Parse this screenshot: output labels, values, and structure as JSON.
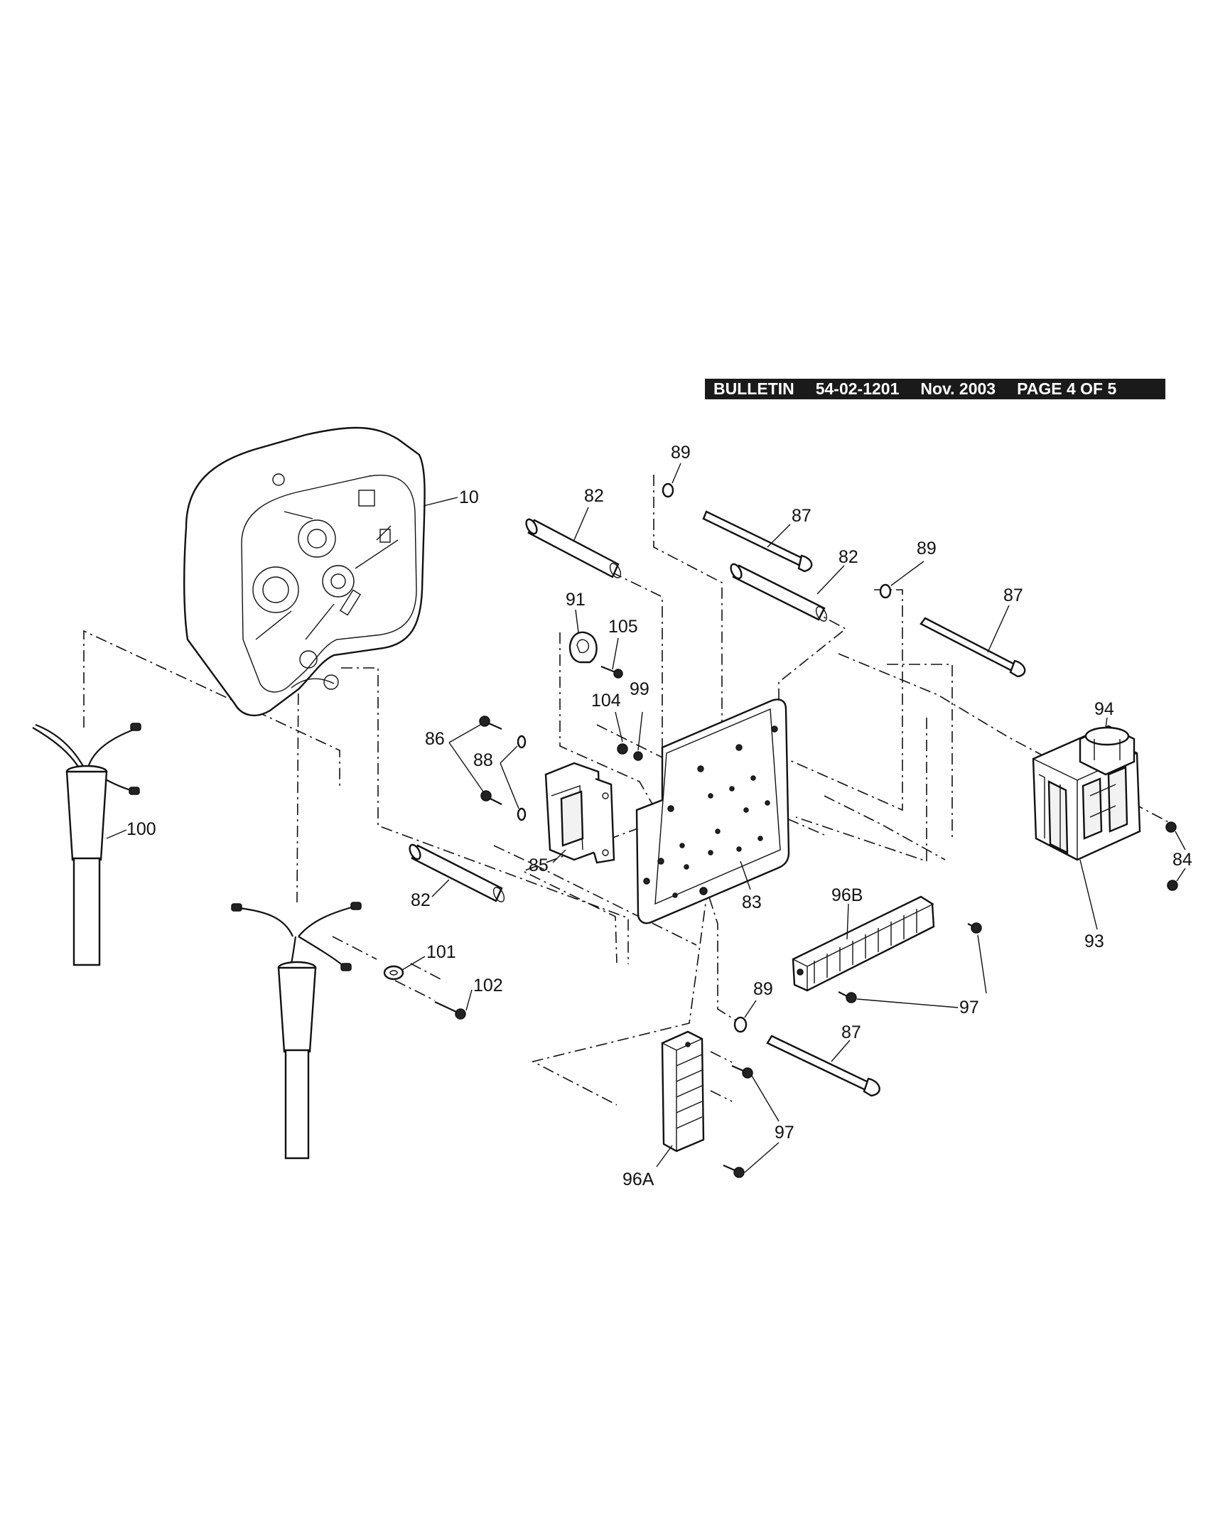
{
  "header": {
    "bulletin_label": "BULLETIN",
    "bulletin_number": "54-02-1201",
    "date": "Nov. 2003",
    "page": "PAGE 4 OF 5"
  },
  "callouts": {
    "c10": "10",
    "c82a": "82",
    "c82b": "82",
    "c82c": "82",
    "c83": "83",
    "c84": "84",
    "c85": "85",
    "c86": "86",
    "c87a": "87",
    "c87b": "87",
    "c87c": "87",
    "c88": "88",
    "c89a": "89",
    "c89b": "89",
    "c89c": "89",
    "c91": "91",
    "c93": "93",
    "c94": "94",
    "c96a": "96A",
    "c96b": "96B",
    "c97a": "97",
    "c97b": "97",
    "c99": "99",
    "c100": "100",
    "c101": "101",
    "c102": "102",
    "c104": "104",
    "c105": "105"
  }
}
